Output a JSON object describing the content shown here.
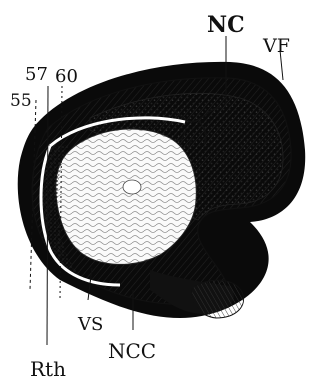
{
  "figure": {
    "labels": {
      "nc": "NC",
      "vf": "VF",
      "l57": "57",
      "l60": "60",
      "l55": "55",
      "vs": "VS",
      "ncc": "NCC",
      "rth": "Rth"
    }
  }
}
